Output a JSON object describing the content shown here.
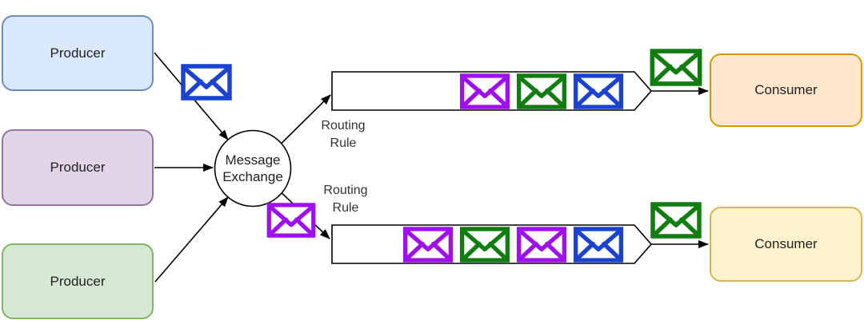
{
  "producers": [
    {
      "label": "Producer"
    },
    {
      "label": "Producer"
    },
    {
      "label": "Producer"
    }
  ],
  "exchange": {
    "line1": "Message",
    "line2": "Exchange"
  },
  "routing_labels": [
    {
      "line1": "Routing",
      "line2": "Rule"
    },
    {
      "line1": "Routing",
      "line2": "Rule"
    }
  ],
  "queues": [
    {
      "messages": [
        "purple",
        "green",
        "blue"
      ],
      "delivered_message": "green"
    },
    {
      "messages": [
        "purple",
        "green",
        "purple",
        "blue"
      ],
      "delivered_message": "green"
    }
  ],
  "consumers": [
    {
      "label": "Consumer"
    },
    {
      "label": "Consumer"
    }
  ],
  "in_flight": [
    {
      "color": "blue",
      "from": "producer-1",
      "to": "exchange"
    },
    {
      "color": "purple",
      "from": "exchange",
      "to": "queue-2"
    }
  ],
  "message_colors": {
    "blue": "#1b43d0",
    "green": "#117d11",
    "purple": "#9e10f0"
  },
  "palette": {
    "producer_fills": [
      "#dae8fc",
      "#e1d5e7",
      "#d5e8d4"
    ],
    "producer_borders": [
      "#6c8ebf",
      "#9673a6",
      "#82b366"
    ],
    "consumer_fills": [
      "#ffe6cc",
      "#fff2cc"
    ],
    "consumer_borders": [
      "#d79b00",
      "#d6b656"
    ],
    "connector": "#000000",
    "shape_fill": "#ffffff",
    "text": "#333333"
  }
}
